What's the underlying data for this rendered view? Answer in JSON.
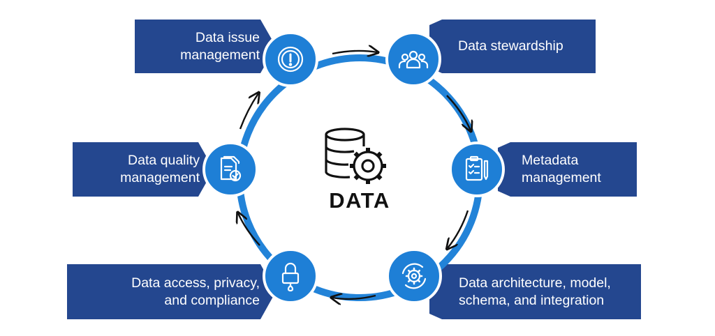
{
  "colors": {
    "box": "#24478f",
    "node": "#1e7fd6",
    "node_edge": "#ffffff",
    "ring": "#2283d8",
    "arrow": "#111111",
    "icon_stroke": "#ffffff",
    "center_icon": "#111111"
  },
  "center": {
    "title": "DATA",
    "icon": "database-gear-icon"
  },
  "steps": [
    {
      "id": "issue",
      "lines": [
        "Data issue",
        "management"
      ],
      "icon": "alert-circle-icon"
    },
    {
      "id": "stewardship",
      "lines": [
        "Data stewardship"
      ],
      "icon": "people-group-icon"
    },
    {
      "id": "metadata",
      "lines": [
        "Metadata",
        "management"
      ],
      "icon": "clipboard-pencil-icon"
    },
    {
      "id": "architecture",
      "lines": [
        "Data architecture, model,",
        "schema, and integration"
      ],
      "icon": "gear-cycle-icon"
    },
    {
      "id": "access",
      "lines": [
        "Data access, privacy,",
        "and compliance"
      ],
      "icon": "padlock-icon"
    },
    {
      "id": "quality",
      "lines": [
        "Data quality",
        "management"
      ],
      "icon": "document-check-icon"
    }
  ]
}
